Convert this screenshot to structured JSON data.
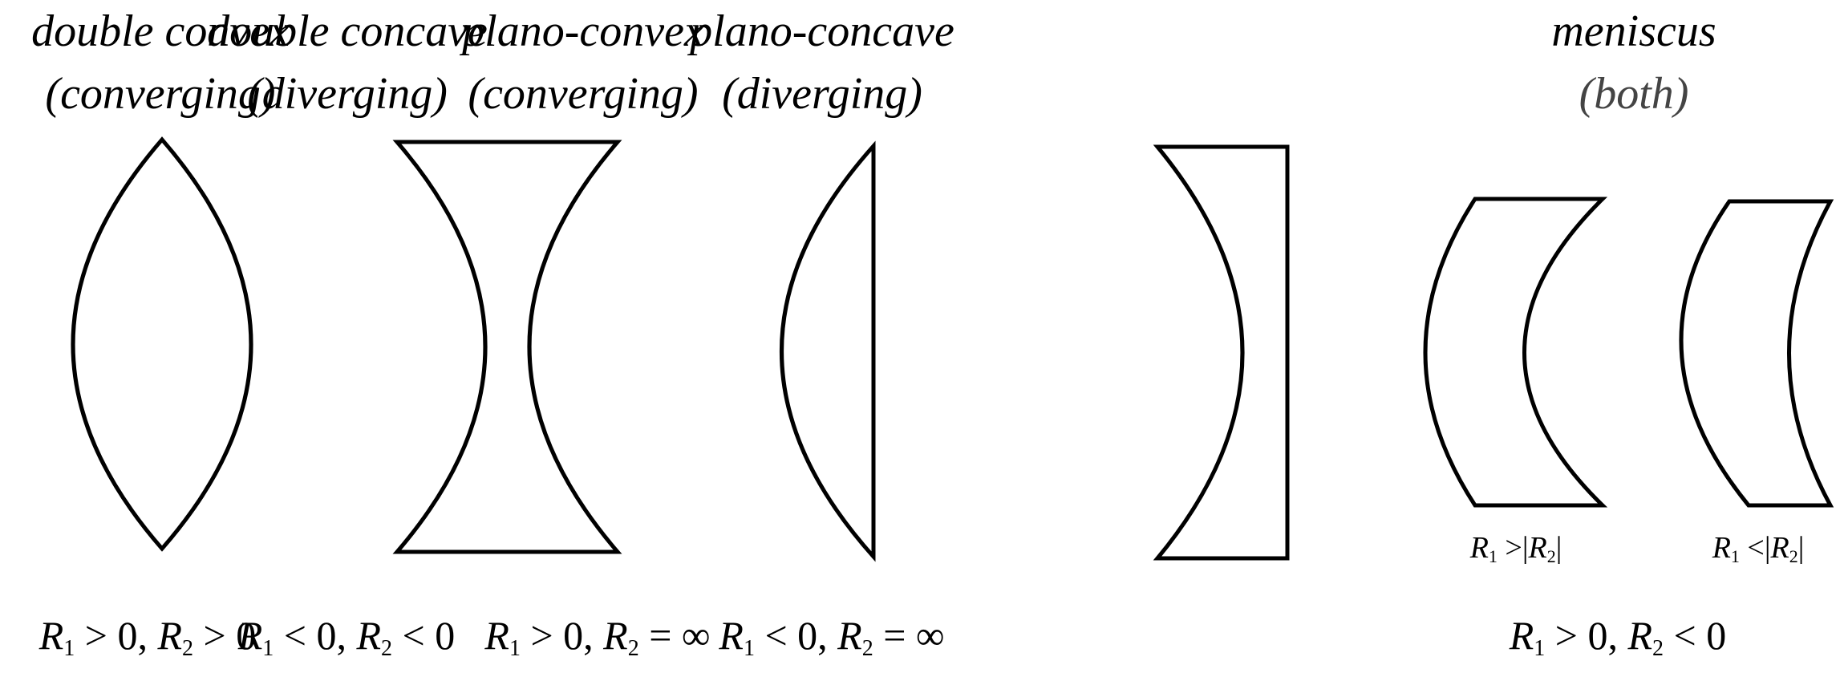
{
  "lenses": [
    {
      "name_line1": "double convex",
      "name_line2": "(converging)",
      "condition": {
        "r1_sym": "R",
        "r1_sub": "1",
        "r1_rel": "> 0,",
        "r2_sym": "R",
        "r2_sub": "2",
        "r2_rel": "> 0"
      }
    },
    {
      "name_line1": "double concave",
      "name_line2": "(diverging)",
      "condition": {
        "r1_sym": "R",
        "r1_sub": "1",
        "r1_rel": "< 0,",
        "r2_sym": "R",
        "r2_sub": "2",
        "r2_rel": "< 0"
      }
    },
    {
      "name_line1": "plano-convex",
      "name_line2": "(converging)",
      "condition": {
        "r1_sym": "R",
        "r1_sub": "1",
        "r1_rel": "> 0,",
        "r2_sym": "R",
        "r2_sub": "2",
        "r2_rel": "= ∞"
      }
    },
    {
      "name_line1": "plano-concave",
      "name_line2": "(diverging)",
      "condition": {
        "r1_sym": "R",
        "r1_sub": "1",
        "r1_rel": "< 0,",
        "r2_sym": "R",
        "r2_sub": "2",
        "r2_rel": "= ∞"
      }
    },
    {
      "name_line1": "meniscus",
      "name_line2": "(both)",
      "condition": {
        "r1_sym": "R",
        "r1_sub": "1",
        "r1_rel": "> 0,",
        "r2_sym": "R",
        "r2_sub": "2",
        "r2_rel": "< 0"
      }
    }
  ],
  "meniscus_cases": [
    {
      "r1_sym": "R",
      "r1_sub": "1",
      "rel": ">",
      "r2_bar_open": "|",
      "r2_sym": "R",
      "r2_sub": "2",
      "r2_bar_close": "|"
    },
    {
      "r1_sym": "R",
      "r1_sub": "1",
      "rel": "<",
      "r2_bar_open": "|",
      "r2_sym": "R",
      "r2_sub": "2",
      "r2_bar_close": "|"
    }
  ]
}
